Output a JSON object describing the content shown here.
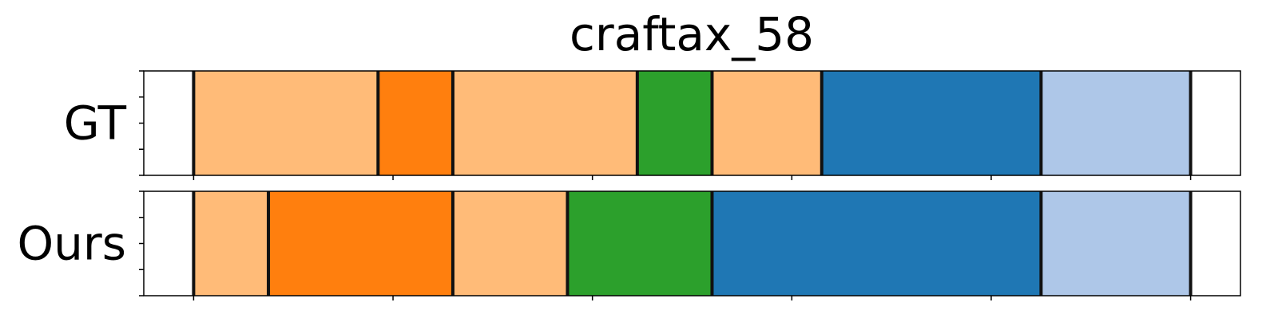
{
  "chart_data": {
    "type": "segmentation_timeline",
    "title": "craftax_58",
    "rows": [
      {
        "label": "GT",
        "segments": [
          {
            "start": 0.0,
            "end": 0.5,
            "color": "#ffffff"
          },
          {
            "start": 0.5,
            "end": 2.35,
            "color": "#ffbb78"
          },
          {
            "start": 2.35,
            "end": 3.1,
            "color": "#ff7f0e"
          },
          {
            "start": 3.1,
            "end": 4.95,
            "color": "#ffbb78"
          },
          {
            "start": 4.95,
            "end": 5.7,
            "color": "#2ca02c"
          },
          {
            "start": 5.7,
            "end": 6.8,
            "color": "#ffbb78"
          },
          {
            "start": 6.8,
            "end": 9.0,
            "color": "#1f77b4"
          },
          {
            "start": 9.0,
            "end": 10.5,
            "color": "#aec7e8"
          },
          {
            "start": 10.5,
            "end": 11.0,
            "color": "#ffffff"
          }
        ],
        "boundaries": [
          0.5,
          2.35,
          3.1,
          4.95,
          5.7,
          6.8,
          9.0,
          10.5
        ]
      },
      {
        "label": "Ours",
        "segments": [
          {
            "start": 0.0,
            "end": 0.5,
            "color": "#ffffff"
          },
          {
            "start": 0.5,
            "end": 1.25,
            "color": "#ffbb78"
          },
          {
            "start": 1.25,
            "end": 3.1,
            "color": "#ff7f0e"
          },
          {
            "start": 3.1,
            "end": 4.25,
            "color": "#ffbb78"
          },
          {
            "start": 4.25,
            "end": 5.7,
            "color": "#2ca02c"
          },
          {
            "start": 5.7,
            "end": 9.0,
            "color": "#1f77b4"
          },
          {
            "start": 9.0,
            "end": 10.5,
            "color": "#aec7e8"
          },
          {
            "start": 10.5,
            "end": 11.0,
            "color": "#ffffff"
          }
        ],
        "boundaries": [
          0.5,
          1.25,
          3.1,
          4.25,
          5.7,
          9.0,
          10.5
        ]
      }
    ],
    "xlim": [
      0,
      11
    ],
    "x_ticks": [
      0.5,
      2.5,
      4.5,
      6.5,
      8.5,
      10.5
    ],
    "y_ticks_per_row": 5
  }
}
